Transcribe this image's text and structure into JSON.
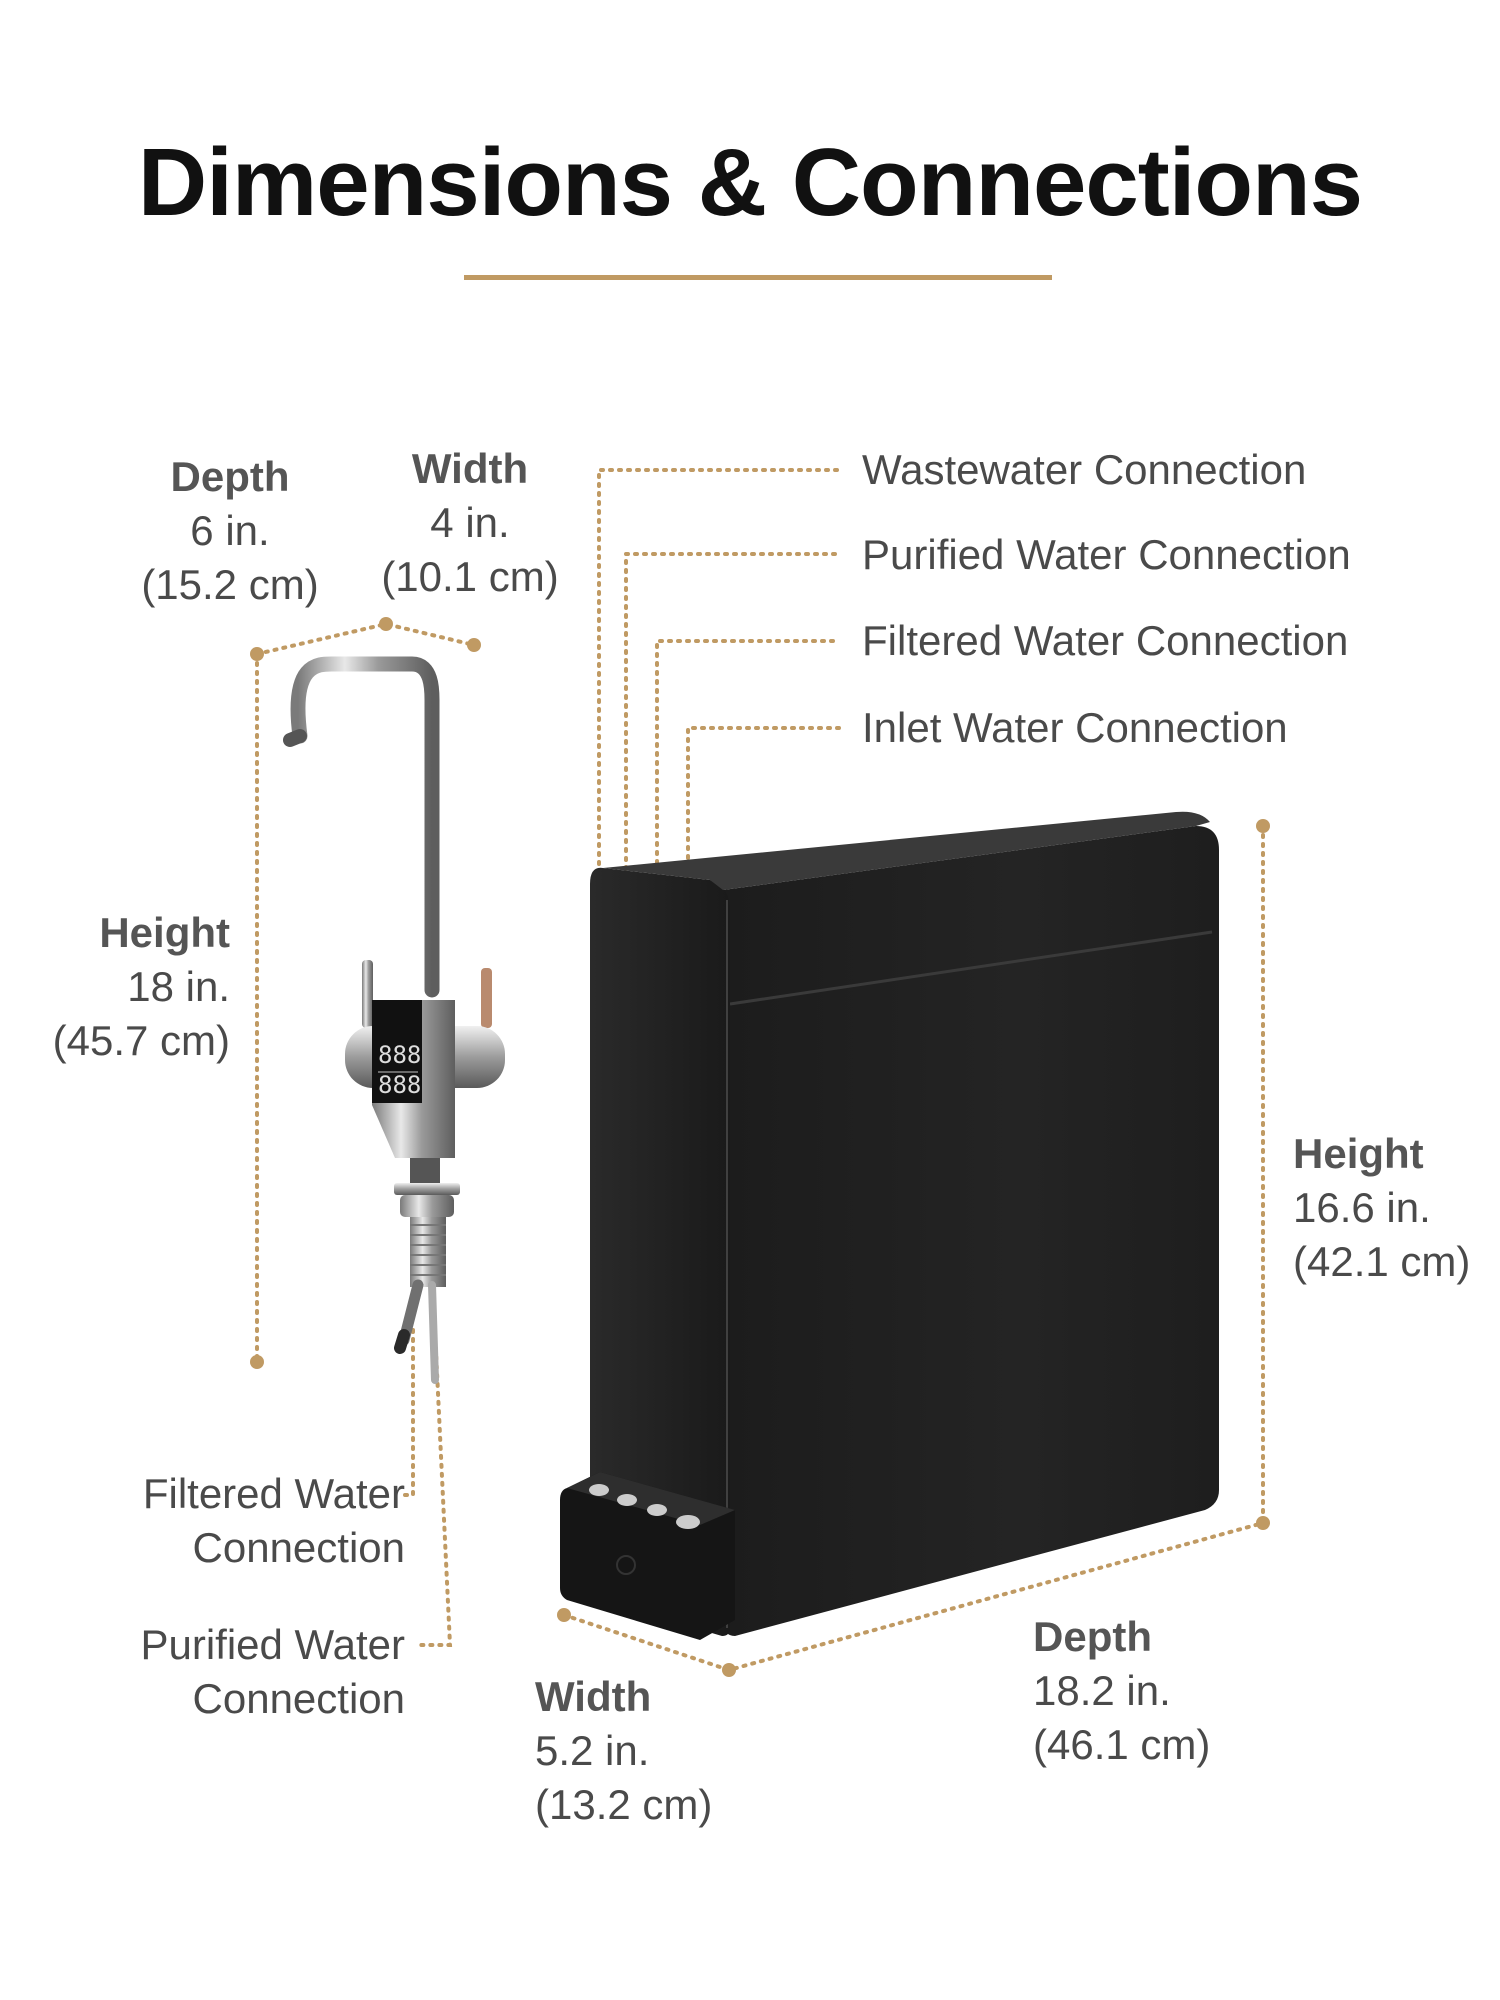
{
  "page": {
    "title": "Dimensions & Connections",
    "accent_color": "#c09a63"
  },
  "faucet": {
    "depth": {
      "title": "Depth",
      "inches": "6 in.",
      "cm": "(15.2 cm)"
    },
    "width": {
      "title": "Width",
      "inches": "4 in.",
      "cm": "(10.1 cm)"
    },
    "height": {
      "title": "Height",
      "inches": "18 in.",
      "cm": "(45.7 cm)"
    },
    "display_icon": "digital-display-icon",
    "connections": [
      {
        "line1": "Filtered Water",
        "line2": "Connection"
      },
      {
        "line1": "Purified Water",
        "line2": "Connection"
      }
    ]
  },
  "unit": {
    "connections": [
      "Wastewater Connection",
      "Purified Water Connection",
      "Filtered Water Connection",
      "Inlet Water Connection"
    ],
    "height": {
      "title": "Height",
      "inches": "16.6 in.",
      "cm": "(42.1 cm)"
    },
    "width": {
      "title": "Width",
      "inches": "5.2 in.",
      "cm": "(13.2 cm)"
    },
    "depth": {
      "title": "Depth",
      "inches": "18.2 in.",
      "cm": "(46.1 cm)"
    }
  }
}
